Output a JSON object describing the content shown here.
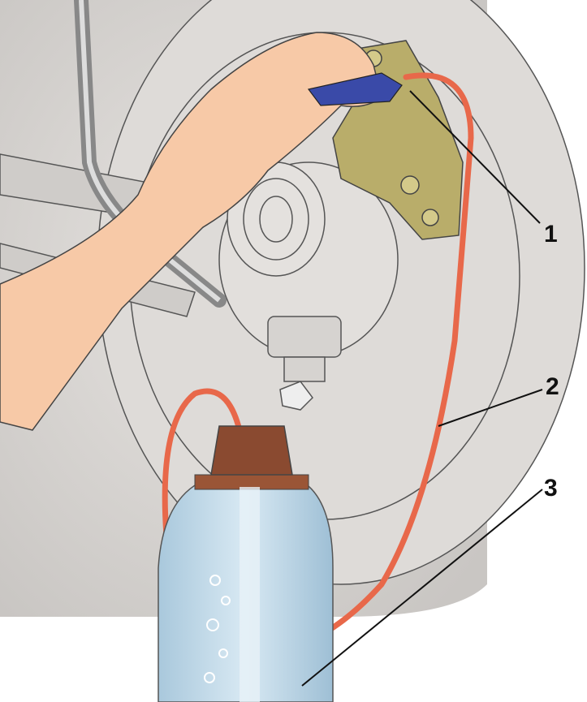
{
  "diagram": {
    "callouts": [
      {
        "number": "1",
        "refers_to": "bleeder-valve"
      },
      {
        "number": "2",
        "refers_to": "hose"
      },
      {
        "number": "3",
        "refers_to": "fluid-container"
      }
    ],
    "colors": {
      "background": "#d9d6d3",
      "skin": "#f7c9a7",
      "hose": "#e8684a",
      "caliper": "#b9ad6a",
      "bottle": "#bcd6e6",
      "cap": "#8a4a30",
      "wrench": "#3a4aa8"
    }
  }
}
